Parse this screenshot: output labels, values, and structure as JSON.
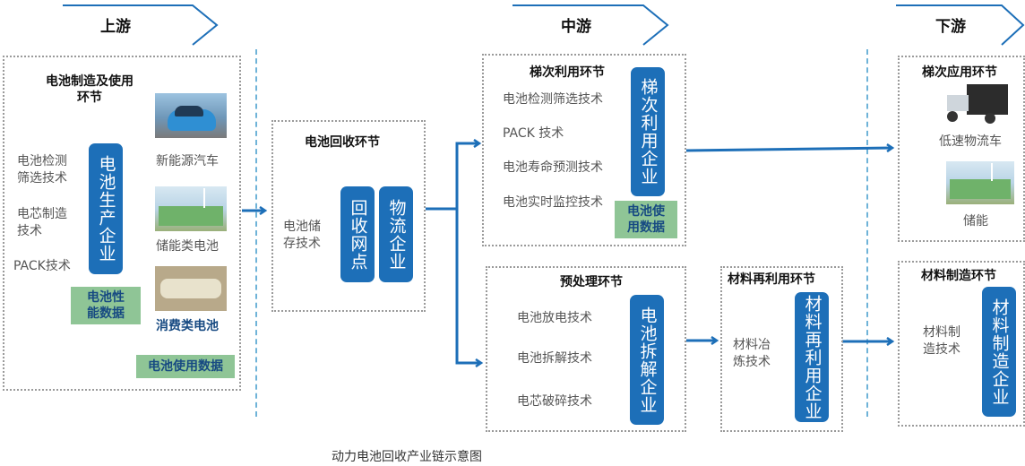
{
  "stages": {
    "upstream": "上游",
    "midstream": "中游",
    "downstream": "下游"
  },
  "battery_mfg": {
    "title": "电池制造及使用\n环节",
    "techs": [
      "电池检测\n筛选技术",
      "电芯制造\n技术",
      "PACK技术"
    ],
    "enterprise": "电池生产企业",
    "perf_data": "电池性\n能数据",
    "products": [
      "新能源汽车",
      "储能类电池",
      "消费类电池"
    ],
    "usage_data": "电池使用数据"
  },
  "recycle": {
    "title": "电池回收环节",
    "tech": "电池储\n存技术",
    "points": "回收网点",
    "logistics": "物流企业"
  },
  "cascade": {
    "title": "梯次利用环节",
    "techs": [
      "电池检测筛选技术",
      "PACK 技术",
      "电池寿命预测技术",
      "电池实时监控技术"
    ],
    "enterprise": "梯次利用企业",
    "usage_data": "电池使\n用数据"
  },
  "pretreat": {
    "title": "预处理环节",
    "techs": [
      "电池放电技术",
      "电池拆解技术",
      "电芯破碎技术"
    ],
    "enterprise": "电池拆解企业"
  },
  "material_reuse": {
    "title": "材料再利用环节",
    "tech": "材料冶\n炼技术",
    "enterprise": "材料再利用企业"
  },
  "cascade_app": {
    "title": "梯次应用环节",
    "items": [
      "低速物流车",
      "储能"
    ]
  },
  "material_mfg": {
    "title": "材料制造环节",
    "tech": "材料制\n造技术",
    "enterprise": "材料制造企业"
  },
  "caption": "动力电池回收产业链示意图",
  "colors": {
    "accent": "#1d6fb8",
    "green": "#8fc596",
    "border": "#9a9a9a"
  }
}
